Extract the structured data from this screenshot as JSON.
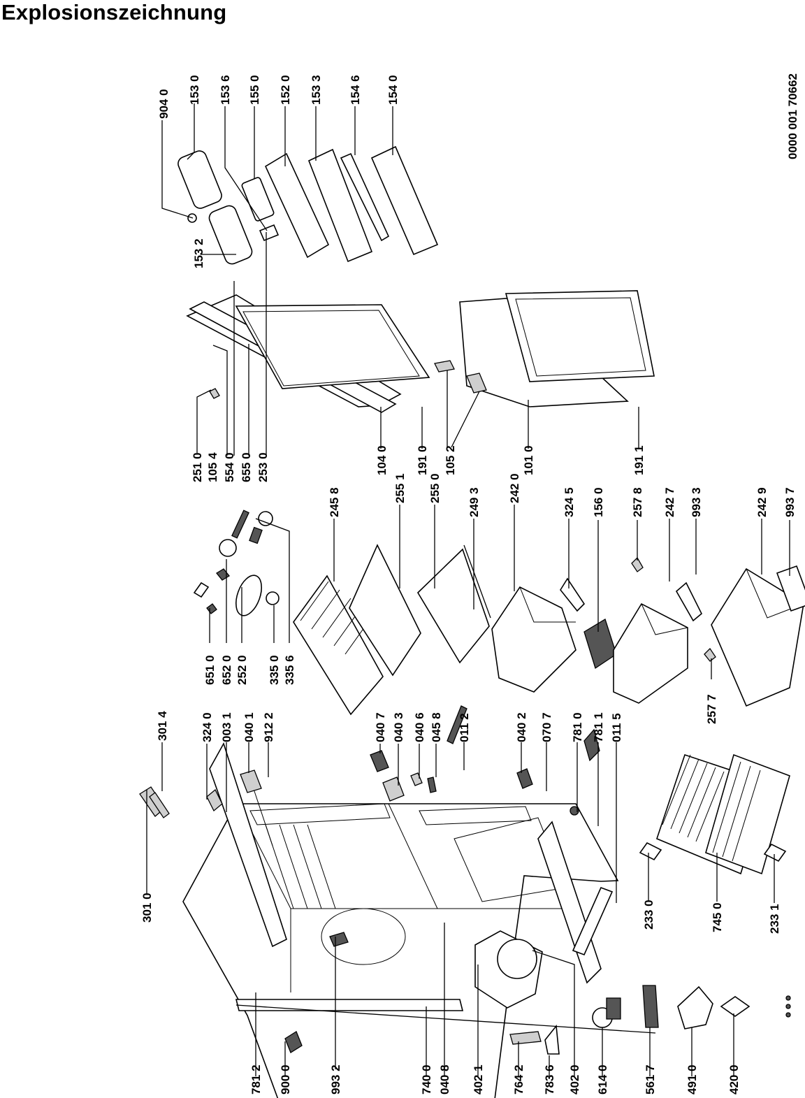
{
  "title": "Explosionszeichnung",
  "doc_number": "0000 001 70662",
  "labels": {
    "l9040": "904 0",
    "l1530": "153 0",
    "l1536": "153 6",
    "l1550": "155 0",
    "l1520": "152 0",
    "l1533": "153 3",
    "l1546": "154 6",
    "l1540": "154 0",
    "l1532": "153 2",
    "l2510": "251 0",
    "l1054": "105 4",
    "l5540": "554 0",
    "l6550": "655 0",
    "l2530": "253 0",
    "l1040": "104 0",
    "l1910": "191 0",
    "l1052": "105 2",
    "l1010": "101 0",
    "l1911": "191 1",
    "l2458": "245 8",
    "l2551": "255 1",
    "l2550": "255 0",
    "l2493": "249 3",
    "l2420": "242 0",
    "l3245": "324 5",
    "l1560": "156 0",
    "l2578": "257 8",
    "l2427": "242 7",
    "l9933": "993 3",
    "l2429": "242 9",
    "l9937": "993 7",
    "l6510": "651 0",
    "l6520": "652 0",
    "l2520": "252 0",
    "l3350": "335 0",
    "l3356": "335 6",
    "l2577": "257 7",
    "l3014": "301 4",
    "l3240": "324 0",
    "l0031": "003 1",
    "l0401": "040 1",
    "l9122": "912 2",
    "l0407": "040 7",
    "l0403": "040 3",
    "l0406": "040 6",
    "l0458": "045 8",
    "l0112": "011 2",
    "l0402": "040 2",
    "l0707": "070 7",
    "l7810": "781 0",
    "l7811": "781 1",
    "l0115": "011 5",
    "l3010": "301 0",
    "l2330": "233 0",
    "l7450": "745 0",
    "l2331": "233 1",
    "l7812": "781 2",
    "l9000": "900 0",
    "l9932": "993 2",
    "l7400": "740 0",
    "l0408": "040 8",
    "l4021": "402 1",
    "l7642": "764 2",
    "l7836": "783 6",
    "l4020": "402 0",
    "l6140": "614 0",
    "l5617": "561 7",
    "l4910": "491 0",
    "l4200": "420 0"
  }
}
